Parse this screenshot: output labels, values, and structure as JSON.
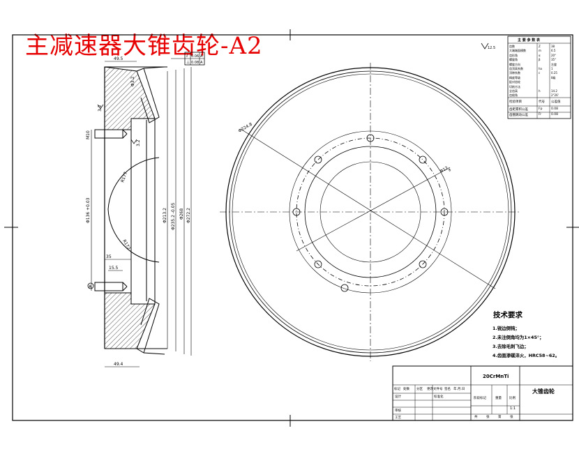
{
  "title": "主减速器大锥齿轮-A2",
  "colors": {
    "title": "#e60000",
    "line": "#000000",
    "paper": "#ffffff"
  },
  "section_view": {
    "dims": {
      "top_width": "49.5",
      "bottom_width": "49.4",
      "thread_m": "M10",
      "hole_diameter": "Φ3.2",
      "inner_diameter": "Φ136 +0.03",
      "tooth_diameter": "Φ213.2",
      "bore_diameter": "Φ235.2 -0.05",
      "root_diameter": "Φ268",
      "outer_diameter": "Φ272.2",
      "left_angle": "3.2",
      "mid_left_radius": "R177",
      "arc_radius": "R172",
      "offset_35": "35",
      "offset_15": "15.5",
      "surface_upper": "3.2",
      "datum_label": "A"
    },
    "tolerance_frame": {
      "row1_symbol": "⫽",
      "row1_value": "0.06",
      "row1_datum": "A",
      "row2_symbol": "⊥",
      "row2_value": "0.08",
      "row2_datum": "A"
    }
  },
  "front_view": {
    "outer_label": "Φ224.8",
    "hole_label": "Φ12",
    "hole_count_note": "8"
  },
  "roughness_note": "12.5",
  "gear_param_table": {
    "header": "主 要 参 数 表",
    "rows": [
      [
        "齿数",
        "Z",
        "38"
      ],
      [
        "大端端面模数",
        "m",
        "6.5"
      ],
      [
        "齿形角",
        "α",
        "20°"
      ],
      [
        "螺旋角",
        "β",
        "35°"
      ],
      [
        "螺旋方向",
        "",
        "左旋"
      ],
      [
        "齿顶高系数",
        "ha",
        "1"
      ],
      [
        "顶隙系数",
        "c",
        "0.25"
      ],
      [
        "精度等级",
        "",
        "8级"
      ],
      [
        "配对齿轮",
        "",
        ""
      ],
      [
        "切削方法",
        "",
        ""
      ],
      [
        "全齿高",
        "h",
        "14.2"
      ],
      [
        "齿根角",
        "",
        "2°26'"
      ]
    ],
    "sub_header": [
      "检验项目",
      "代号",
      "公差值"
    ],
    "sub_rows": [
      [
        "齿距累积公差",
        "Fp",
        "0.08"
      ],
      [
        "齿圈跳动公差",
        "Fr",
        "0.08"
      ]
    ]
  },
  "tech_requirements": {
    "title": "技术要求",
    "items": [
      "1.锐边倒钝；",
      "2.未注倒角均为1×45°；",
      "3.去除毛刺飞边；",
      "4.齿面渗碳淬火，HRC58~62。"
    ]
  },
  "title_block": {
    "material": "20CrMnTi",
    "part_name": "大锥齿轮",
    "header_cells": [
      "标记",
      "处数",
      "分区",
      "更改文件号",
      "签名",
      "年.月.日"
    ],
    "row_labels": [
      "设计",
      "标准化",
      "审核",
      "工艺"
    ],
    "mid_labels": [
      "阶段标记",
      "重量",
      "比例"
    ],
    "scale": "1:1",
    "sheet_info": [
      "共",
      "张",
      "第",
      "张"
    ]
  }
}
